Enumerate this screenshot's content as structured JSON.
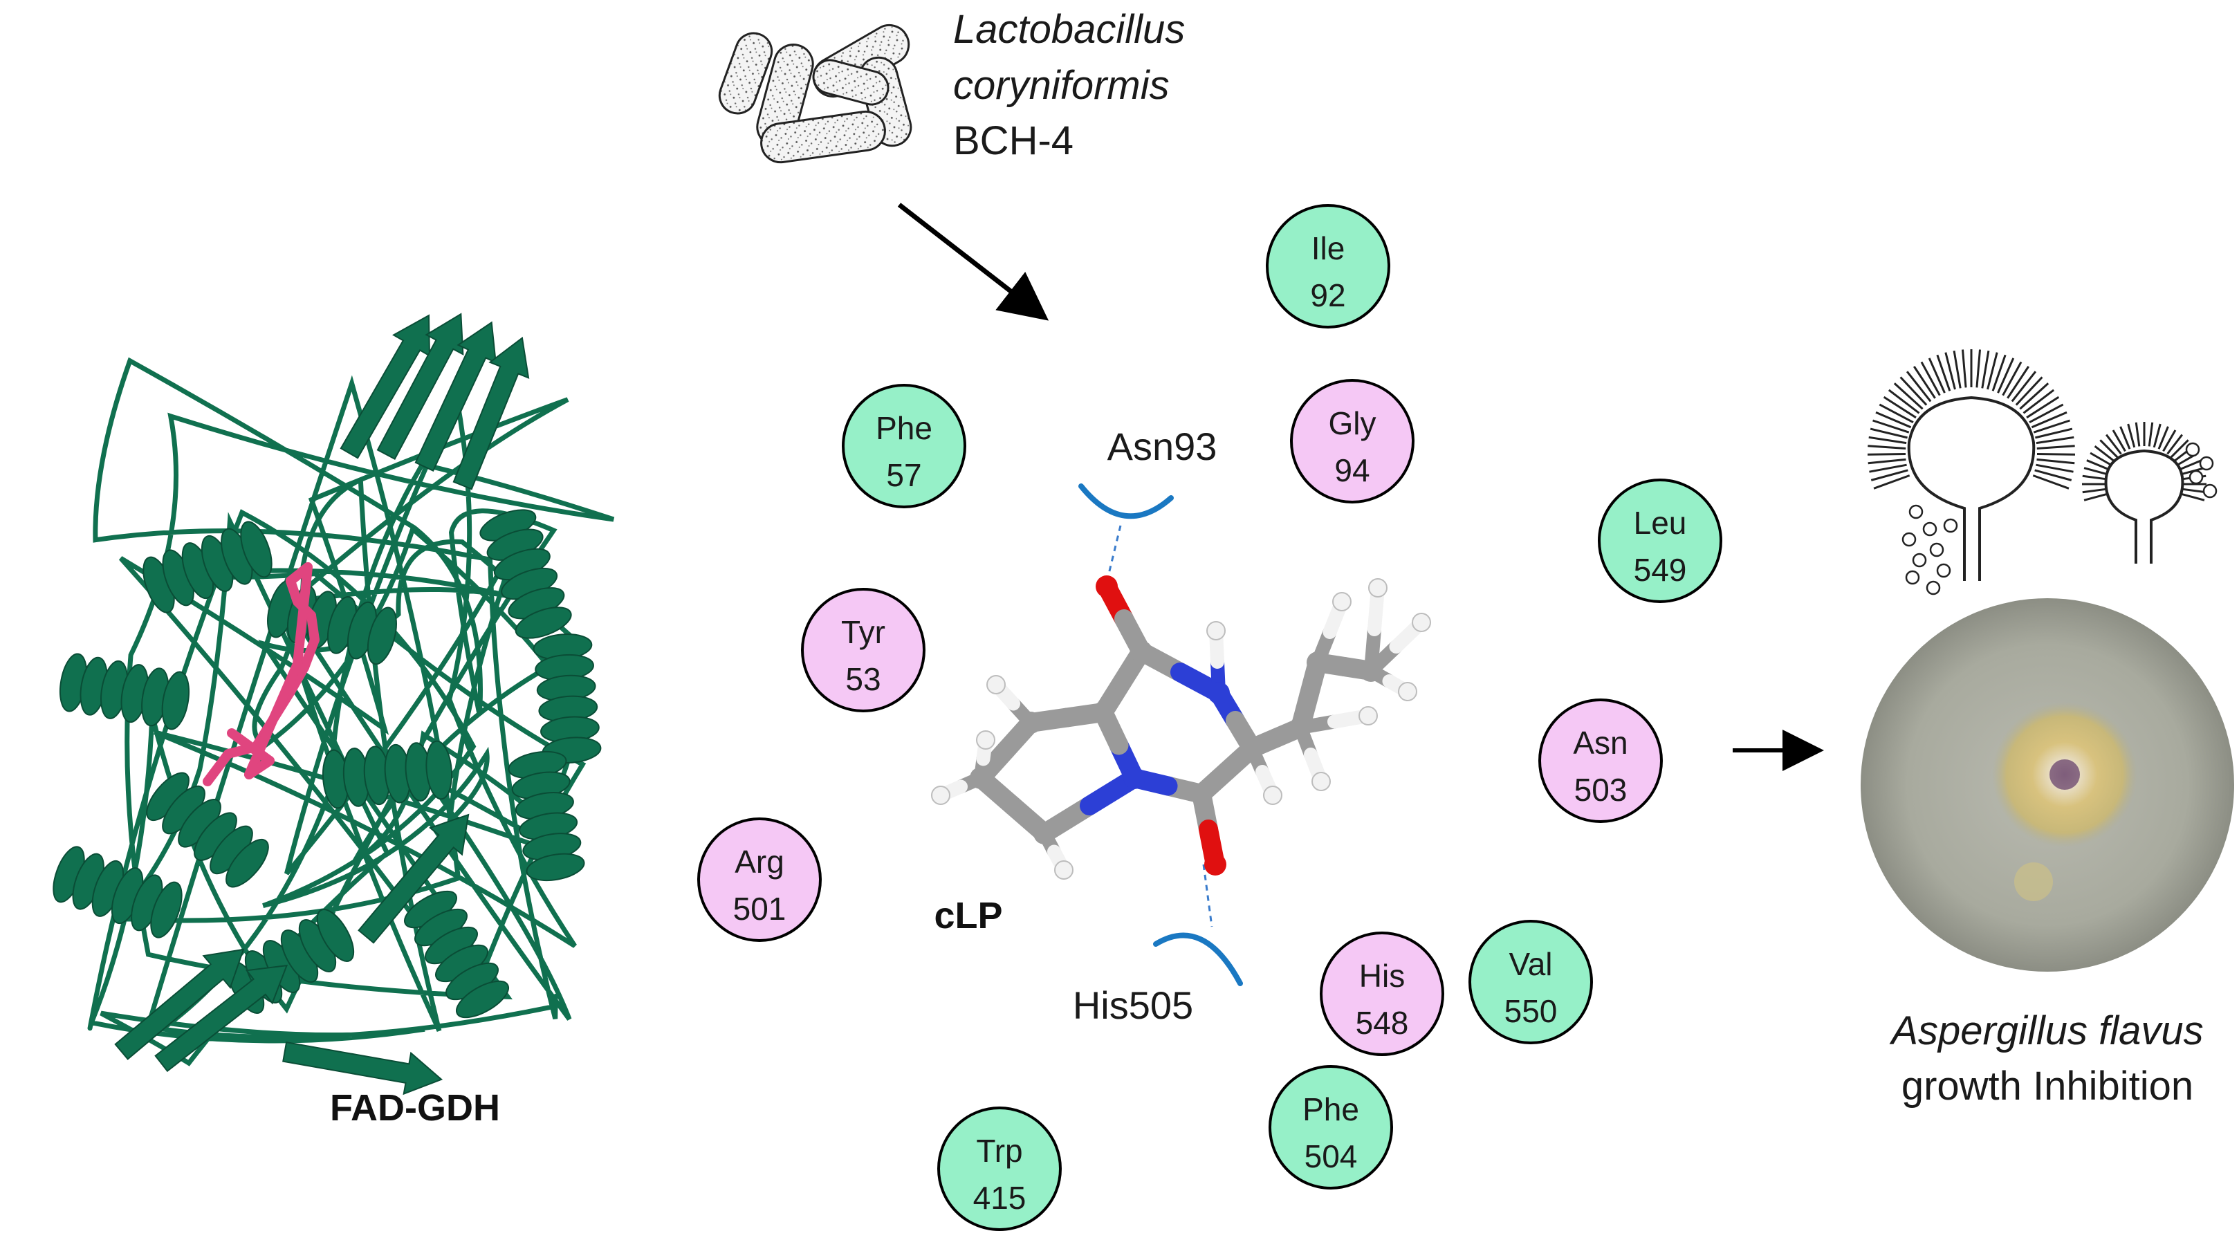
{
  "bacterium": {
    "genus": "Lactobacillus",
    "species": "coryniformis",
    "strain": "BCH-4"
  },
  "protein": {
    "label": "FAD-GDH"
  },
  "ligand": {
    "label": "cLP"
  },
  "hbonds": [
    {
      "label": "Asn93"
    },
    {
      "label": "His505"
    }
  ],
  "residues": [
    {
      "name": "Ile",
      "num": "92",
      "type": "hydrophobic"
    },
    {
      "name": "Phe",
      "num": "57",
      "type": "hydrophobic"
    },
    {
      "name": "Gly",
      "num": "94",
      "type": "polar"
    },
    {
      "name": "Leu",
      "num": "549",
      "type": "hydrophobic"
    },
    {
      "name": "Tyr",
      "num": "53",
      "type": "polar"
    },
    {
      "name": "Asn",
      "num": "503",
      "type": "polar"
    },
    {
      "name": "Arg",
      "num": "501",
      "type": "polar"
    },
    {
      "name": "His",
      "num": "548",
      "type": "polar"
    },
    {
      "name": "Val",
      "num": "550",
      "type": "hydrophobic"
    },
    {
      "name": "Phe",
      "num": "504",
      "type": "hydrophobic"
    },
    {
      "name": "Trp",
      "num": "415",
      "type": "hydrophobic"
    }
  ],
  "colors": {
    "hydrophobic": "#96f0c8",
    "polar": "#f5c8f5",
    "protein": "#10704f",
    "fad": "#e0457f",
    "hbond_arc": "#1a78c2",
    "carbon": "#9a9a9a",
    "nitrogen": "#2c3fd6",
    "oxygen": "#e01010",
    "hydrogen": "#f2f2f2"
  },
  "fungus": {
    "name": "Aspergillus flavus",
    "effect": "growth Inhibition"
  }
}
